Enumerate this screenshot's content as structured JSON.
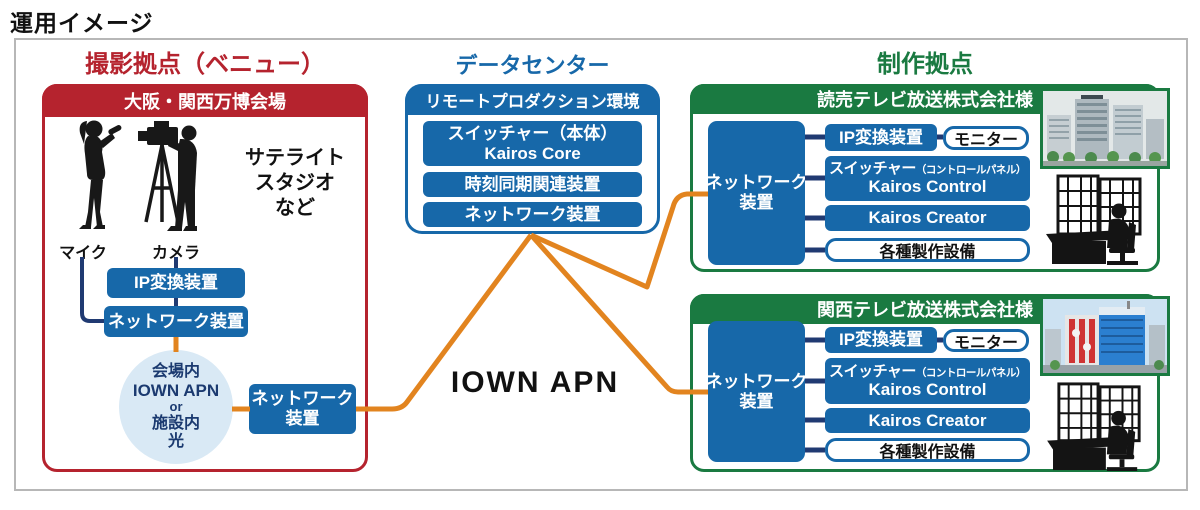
{
  "page": {
    "title": "運用イメージ"
  },
  "colors": {
    "red": "#b5232e",
    "blue": "#1768a9",
    "green": "#1a7a41",
    "navy_line": "#203a72",
    "orange_line": "#e2841f",
    "circle_fill": "#d9e9f5"
  },
  "icons": {
    "reporter": "reporter-with-mic-silhouette",
    "camera_operator": "camera-operator-silhouette",
    "control_room": "control-room-operator-silhouette",
    "yomiuri_photo": "office-building-photo",
    "kansai_photo": "broadcast-building-photo"
  },
  "venue": {
    "heading": "撮影拠点（ベニュー）",
    "site_label": "大阪・関西万博会場",
    "mic_label": "マイク",
    "camera_label": "カメラ",
    "studio_note_line1": "サテライト",
    "studio_note_line2": "スタジオ",
    "studio_note_line3": "など",
    "ip_converter": "IP変換装置",
    "network_device": "ネットワーク装置",
    "circle_line1": "会場内",
    "circle_line2": "IOWN APN",
    "circle_line3": "or",
    "circle_line4": "施設内",
    "circle_line5": "光",
    "network_device2_line1": "ネットワーク",
    "network_device2_line2": "装置"
  },
  "datacenter": {
    "heading": "データセンター",
    "env_label": "リモートプロダクション環境",
    "switcher_main": "スイッチャー（本体）",
    "switcher_product": "Kairos Core",
    "time_sync": "時刻同期関連装置",
    "network_device": "ネットワーク装置"
  },
  "network_label": "IOWN APN",
  "production": {
    "heading": "制作拠点",
    "sites": [
      {
        "name": "読売テレビ放送株式会社様",
        "network_device_line1": "ネットワーク",
        "network_device_line2": "装置",
        "ip_converter": "IP変換装置",
        "monitor": "モニター",
        "switcher": "スイッチャー",
        "switcher_sub": "（コントロールパネル）",
        "switcher_product": "Kairos Control",
        "creator": "Kairos Creator",
        "equipment": "各種製作設備"
      },
      {
        "name": "関西テレビ放送株式会社様",
        "network_device_line1": "ネットワーク",
        "network_device_line2": "装置",
        "ip_converter": "IP変換装置",
        "monitor": "モニター",
        "switcher": "スイッチャー",
        "switcher_sub": "（コントロールパネル）",
        "switcher_product": "Kairos Control",
        "creator": "Kairos Creator",
        "equipment": "各種製作設備"
      }
    ]
  }
}
